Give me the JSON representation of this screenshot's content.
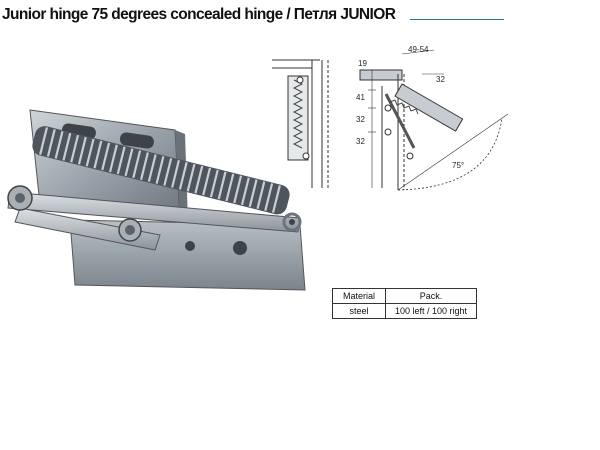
{
  "header": {
    "title": "Junior hinge 75 degrees concealed hinge / Петля JUNIOR"
  },
  "drawing": {
    "dim_19": "19",
    "dim_41": "41",
    "dim_32a": "32",
    "dim_32b": "32",
    "dim_49_54": "49-54",
    "dim_32c": "32",
    "angle": "75°"
  },
  "spec_table": {
    "headers": [
      "Material",
      "Pack."
    ],
    "rows": [
      [
        "steel",
        "100 left / 100 right"
      ]
    ]
  },
  "colors": {
    "title_rule": "#2a6db5",
    "metal": "#9aa3ab"
  }
}
